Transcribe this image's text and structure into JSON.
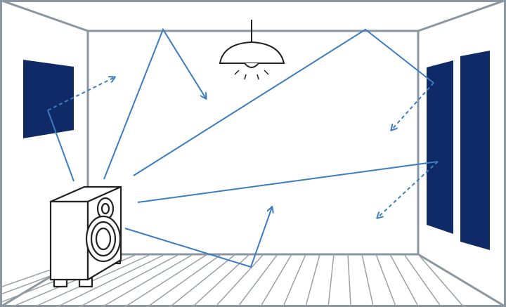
{
  "colors": {
    "frame": "#8b96a1",
    "panel": "#0f2a66",
    "ray": "#3c7cc0",
    "line": "#222222",
    "floor": "#9aa0a6"
  },
  "illustration": {
    "elements": [
      "room",
      "ceiling-lamp",
      "speaker",
      "acoustic-panel-left",
      "acoustic-panel-right-1",
      "acoustic-panel-right-2",
      "sound-reflection-rays"
    ]
  }
}
